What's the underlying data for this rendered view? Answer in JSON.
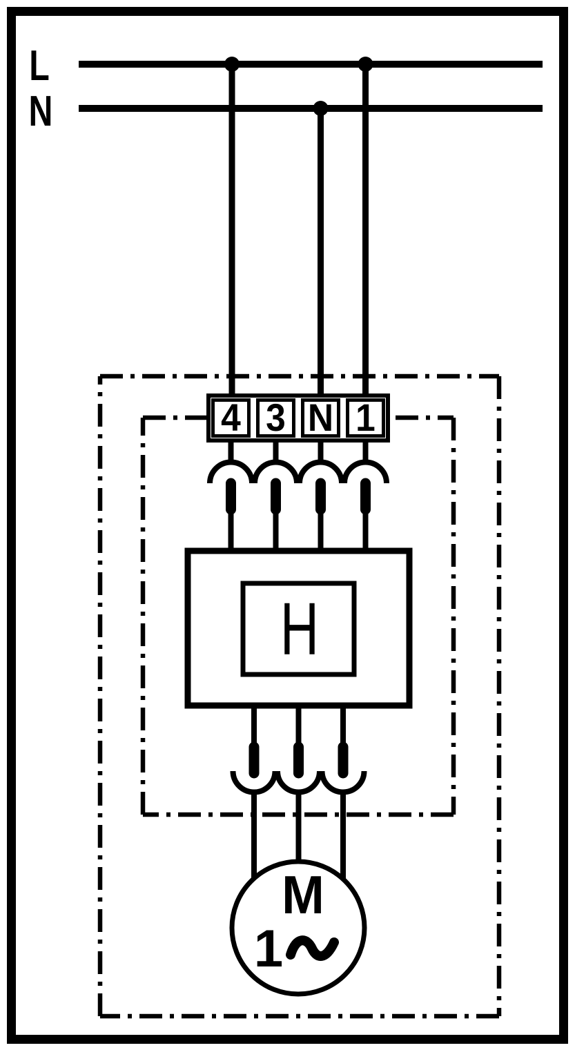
{
  "diagram_type": "single-phase motor wiring schematic",
  "colors": {
    "line": "#000000",
    "background": "#ffffff"
  },
  "power": {
    "live_label": "L",
    "neutral_label": "N"
  },
  "terminal_block": {
    "terminals": [
      "4",
      "3",
      "N",
      "1"
    ]
  },
  "controller": {
    "label": "H"
  },
  "motor": {
    "label": "M",
    "phase_label": "1",
    "waveform_icon": "sine-wave"
  }
}
